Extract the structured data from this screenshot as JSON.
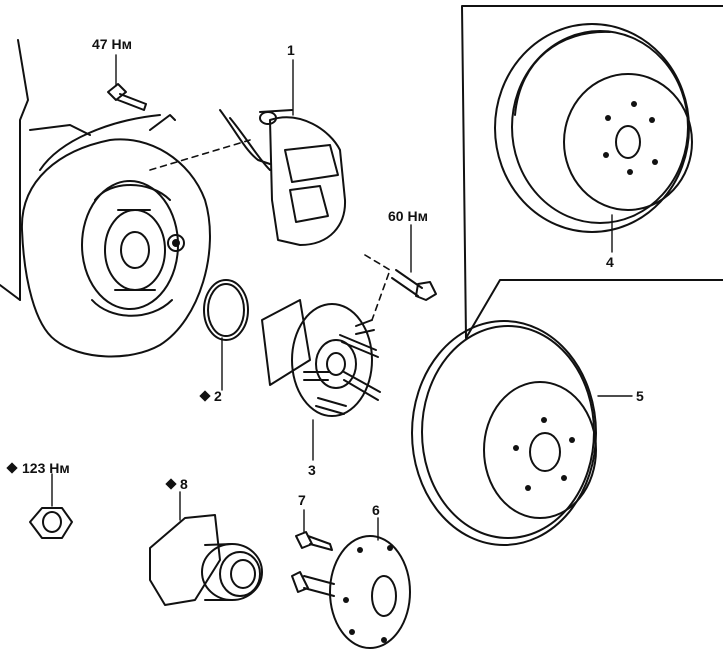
{
  "diagram": {
    "parts": [
      {
        "number": "1"
      },
      {
        "number": "2",
        "marker": "diamond"
      },
      {
        "number": "3"
      },
      {
        "number": "4"
      },
      {
        "number": "5"
      },
      {
        "number": "6"
      },
      {
        "number": "7"
      },
      {
        "number": "8",
        "marker": "diamond"
      }
    ],
    "torques": {
      "backing_plate_bolt": "47 Нм",
      "caliper_bolt": "60 Нм",
      "axle_nut": "123 Нм"
    }
  },
  "style": {
    "line_color": "#111111",
    "background": "#ffffff"
  }
}
